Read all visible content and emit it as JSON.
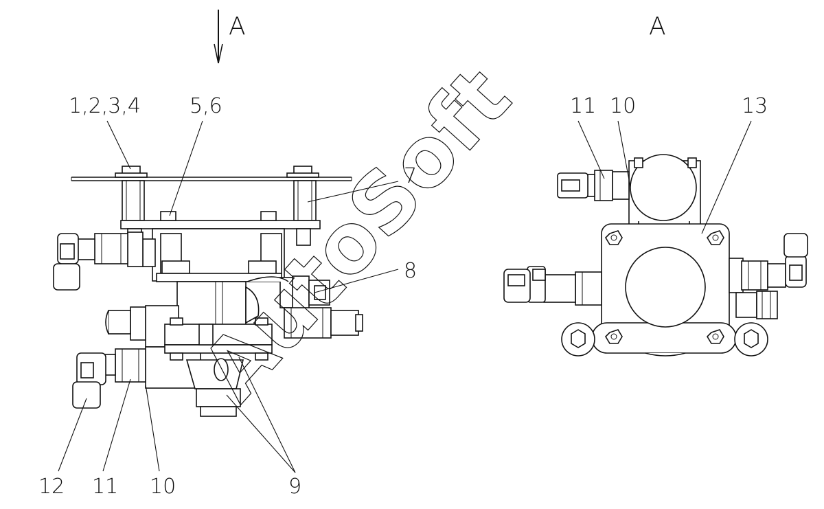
{
  "view_labels": {
    "left": "A",
    "right": "A"
  },
  "callouts": {
    "c1234": "1,2,3,4",
    "c56": "5,6",
    "c7": "7",
    "c8": "8",
    "c9": "9",
    "c10_left": "10",
    "c11_left": "11",
    "c12": "12",
    "c10_right": "10",
    "c11_right": "11",
    "c13": "13"
  },
  "watermark": "AutoSoft"
}
